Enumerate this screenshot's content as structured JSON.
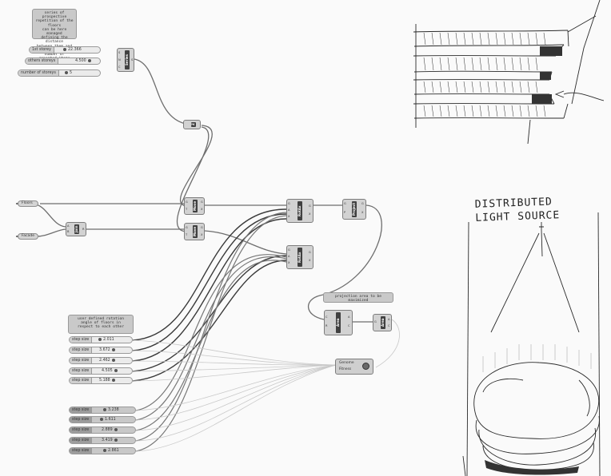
{
  "notes": {
    "top": "series of prospective\nrepetition of the floors\ncan be here managed\ndefining the distance\nbetween them and the\nnumber of repeated items",
    "middle": "user defined rotation\nangle of floors in\nrespect to each other",
    "right": "projection area to be\nmaximized"
  },
  "top_sliders": [
    {
      "label": "1st storey",
      "value": "22.366"
    },
    {
      "label": "others storeys",
      "value": "4.500"
    },
    {
      "label": "number of storeys",
      "value": "5"
    }
  ],
  "step_sliders": [
    {
      "label": "step size",
      "value": "2.011"
    },
    {
      "label": "step size",
      "value": "3.672"
    },
    {
      "label": "step size",
      "value": "2.462"
    },
    {
      "label": "step size",
      "value": "4.505"
    },
    {
      "label": "step size",
      "value": "5.188"
    }
  ],
  "lower_sliders": [
    {
      "label": "step size",
      "value": "3.238"
    },
    {
      "label": "step size",
      "value": "1.611"
    },
    {
      "label": "step size",
      "value": "2.889"
    },
    {
      "label": "step size",
      "value": "3.419"
    },
    {
      "label": "step size",
      "value": "2.861"
    }
  ],
  "params": {
    "floors": "Floors",
    "facade": "Facade"
  },
  "components": {
    "series": "Series",
    "z": "Z",
    "move1": "Move",
    "move2": "Move",
    "join": "Join",
    "rotate1": "RotAx",
    "rotate2": "RotAx",
    "project": "Project",
    "area": "Area",
    "area2": "Area",
    "genome": "Genome",
    "genome_sub": "Fitness"
  },
  "sketch_text": {
    "line1": "DISTRIBUTED",
    "line2": "LIGHT SOURCE"
  }
}
